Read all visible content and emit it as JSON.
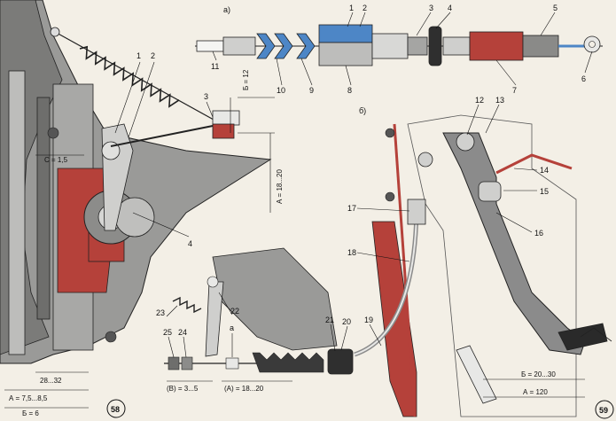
{
  "figures": {
    "fig58_badge": "58",
    "fig59_badge": "59",
    "subfig_a": "а)",
    "subfig_b": "б)"
  },
  "labels_a": [
    "1",
    "2",
    "3",
    "4",
    "5",
    "6",
    "7",
    "8",
    "9",
    "10",
    "11"
  ],
  "labels_b": [
    "12",
    "13",
    "14",
    "15",
    "16",
    "17",
    "18",
    "19",
    "20",
    "21",
    "22",
    "23",
    "24",
    "25",
    "а"
  ],
  "labels_58": [
    "1",
    "2",
    "3",
    "4"
  ],
  "dimensions": {
    "b_12": "Б = 12",
    "a_18_20_vert": "А = 18...20",
    "c_15": "С = 1,5",
    "d_28_32": "28...32",
    "a_7_5_8_5": "А = 7,5...8,5",
    "b_6": "Б = 6",
    "b_3_5": "(В) = 3...5",
    "a_18_20_horiz": "(А) = 18...20",
    "b_20_30": "Б = 20...30",
    "a_120": "А = 120"
  },
  "colors": {
    "red": "#b5413a",
    "blue": "#4d86c6",
    "grey": "#8b8b8b",
    "dark": "#2a2a2a",
    "paper": "#f3efe6"
  }
}
